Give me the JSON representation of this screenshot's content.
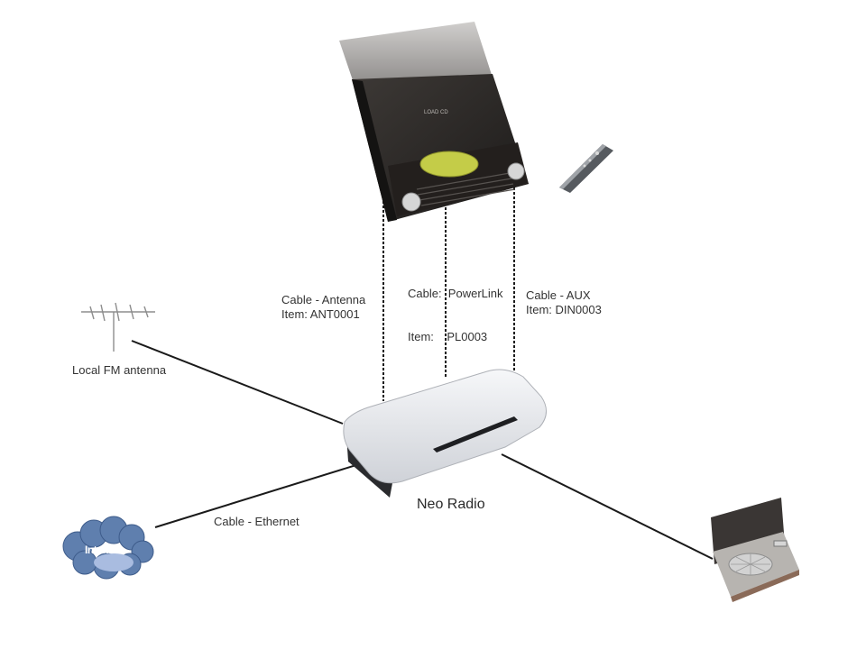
{
  "diagram": {
    "hub": {
      "label": "Neo Radio"
    },
    "devices": {
      "antenna": {
        "label": "Local FM antenna"
      },
      "internet": {
        "label": "Internet"
      }
    },
    "connections": {
      "antenna_cable": {
        "line1": "Cable - Antenna",
        "line2": "Item: ANT0001"
      },
      "powerlink_cable": {
        "line1": "Cable:  PowerLink",
        "line2": "Item:    PL0003"
      },
      "aux_cable": {
        "line1": "Cable - AUX",
        "line2": "Item: DIN0003"
      },
      "ethernet_cable": {
        "line1": "Cable - Ethernet"
      }
    },
    "colors": {
      "line": "#1a1a1a",
      "cloud": "#5f7fae",
      "cd_panel": "#2e2b29",
      "hub_body": "#e7e8ec"
    }
  }
}
